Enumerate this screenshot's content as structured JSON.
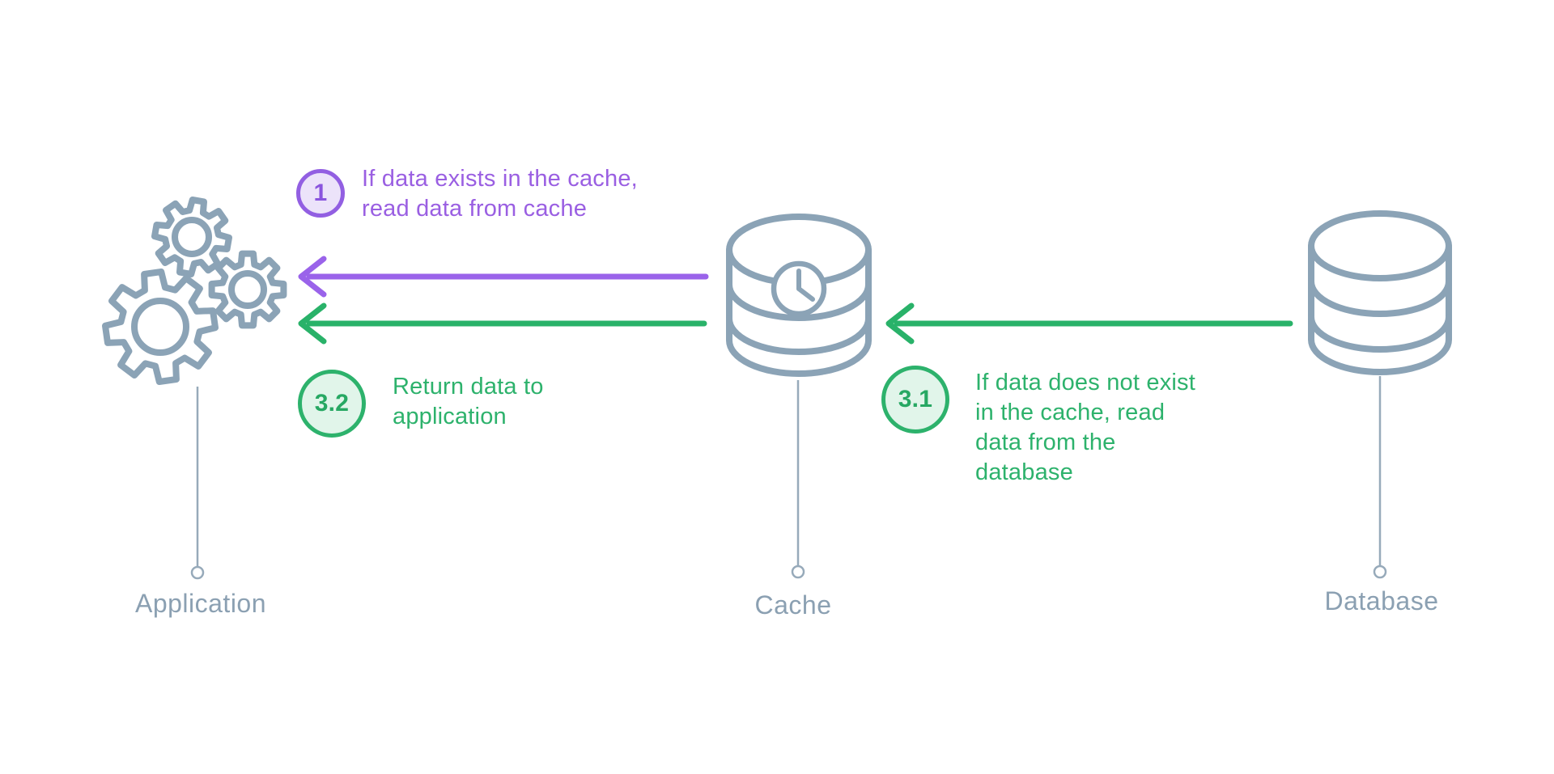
{
  "diagram": {
    "kind": "cache-read-flow",
    "background": "#ffffff"
  },
  "nodes": {
    "application": {
      "label": "Application",
      "icon": "gears-icon"
    },
    "cache": {
      "label": "Cache",
      "icon": "database-clock-icon"
    },
    "database": {
      "label": "Database",
      "icon": "database-icon"
    }
  },
  "annotations": {
    "step1": {
      "badge": "1",
      "text": "If data exists in the cache,\nread data from cache",
      "color": "#9a5fe2",
      "badge_fill": "#ece3fa",
      "arrow": "cache-to-application"
    },
    "step32": {
      "badge": "3.2",
      "text": "Return data to\napplication",
      "color": "#2db26c",
      "badge_fill": "#e1f5ea",
      "arrow": "cache-to-application"
    },
    "step31": {
      "badge": "3.1",
      "text": "If data does not exist\nin the cache, read\ndata from the\ndatabase",
      "color": "#2db26c",
      "badge_fill": "#e1f5ea",
      "arrow": "database-to-cache"
    }
  },
  "colors": {
    "purple": "#9a5fe2",
    "green": "#2db26c",
    "icon_slate": "#8ba3b6",
    "label_slate": "#8ba0b2"
  }
}
